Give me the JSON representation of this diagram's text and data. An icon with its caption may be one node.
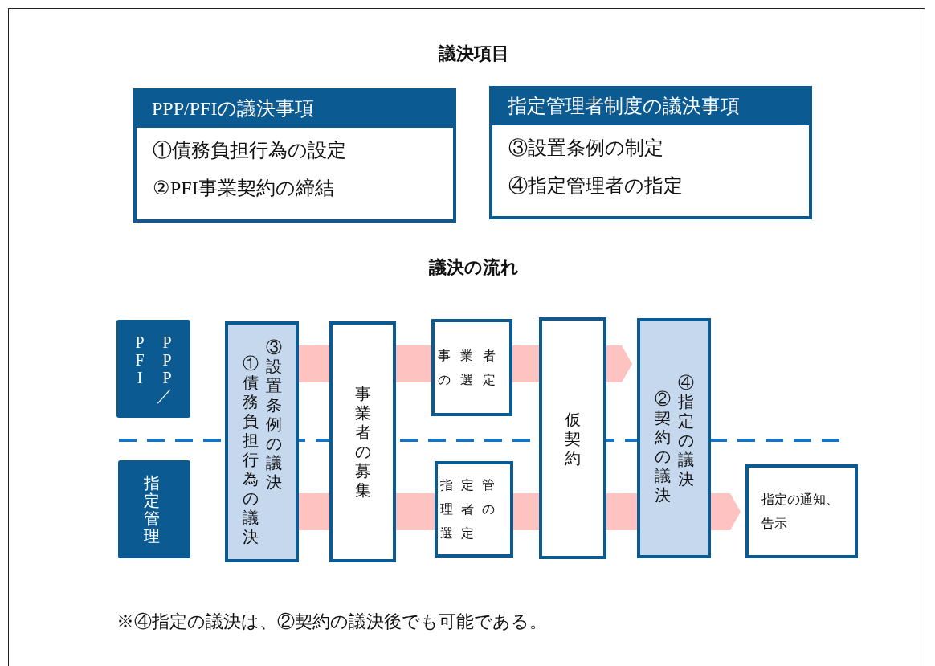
{
  "diagram": {
    "title": "議決項目",
    "nodes": [
      {
        "text": [
          "PPP/PFIの議決事項",
          "①債務負担行為の設定",
          "②PFI事業契約の締結"
        ]
      },
      {
        "text": [
          "指定管理者制度の議決事項",
          "③設置条例の制定",
          "④指定管理者の指定"
        ]
      },
      {
        "text": [
          "PPP／PFI"
        ]
      },
      {
        "text": [
          "指定管理"
        ]
      },
      {
        "text": [
          "①債務負担行為の議決",
          "③設置条例の議決"
        ]
      },
      {
        "text": [
          "事業者の募集"
        ]
      },
      {
        "text": [
          "事業者の選定"
        ]
      },
      {
        "text": [
          "指定管理者の選定"
        ]
      },
      {
        "text": [
          "仮契約"
        ]
      },
      {
        "text": [
          "②契約の議決",
          "④指定の議決"
        ]
      },
      {
        "text": [
          "指定の通知、告示"
        ]
      }
    ],
    "edges": [
      {
        "from": 4,
        "to": 5,
        "arrow": "none"
      },
      {
        "from": 5,
        "to": 6,
        "arrow": "none"
      },
      {
        "from": 6,
        "to": 8,
        "arrow": "none"
      },
      {
        "from": 8,
        "to": 9,
        "arrow": "to"
      },
      {
        "from": 4,
        "to": 5,
        "arrow": "none"
      },
      {
        "from": 5,
        "to": 7,
        "arrow": "none"
      },
      {
        "from": 7,
        "to": 8,
        "arrow": "none"
      },
      {
        "from": 8,
        "to": 9,
        "arrow": "none"
      },
      {
        "from": 9,
        "to": 10,
        "arrow": "to"
      }
    ],
    "labels": [
      "議決の流れ",
      "※④指定の議決は、②契約の議決後でも可能である。"
    ]
  }
}
